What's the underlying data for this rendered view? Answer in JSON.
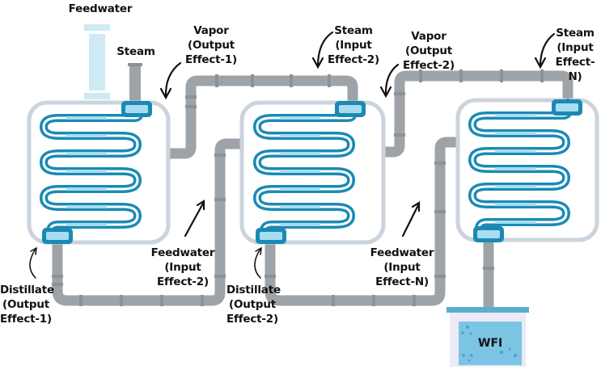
{
  "title": "Multi-Effect Distillation Process",
  "colors": {
    "pipe": "#9ea3a8",
    "pipe_joint": "#8d9297",
    "vessel_outline": "#cbd3dc",
    "coil_outer": "#1a8ab5",
    "coil_inner": "#ffffff",
    "coil_fill": "#a8dcf0",
    "feed_column": "#cdeaf5",
    "tank_top": "#5aaed0",
    "tank_water": "#7cc4e4",
    "tank_body": "#eceaf6"
  },
  "effects": [
    {
      "id": "effect-1"
    },
    {
      "id": "effect-2"
    },
    {
      "id": "effect-n"
    }
  ],
  "labels": {
    "feedwater_top": "Feedwater",
    "steam_top": "Steam",
    "vapor_out_1": "Vapor\n(Output\nEffect-1)",
    "steam_in_2": "Steam\n(Input\nEffect-2)",
    "vapor_out_2": "Vapor\n(Output\nEffect-2)",
    "steam_in_n": "Steam\n(Input\nEffect-N)",
    "feedwater_in_2": "Feedwater\n(Input\nEffect-2)",
    "feedwater_in_n": "Feedwater\n(Input\nEffect-N)",
    "distillate_out_1": "Distillate\n(Output\nEffect-1)",
    "distillate_out_2": "Distillate\n(Output\nEffect-2)",
    "wfi": "WFI"
  }
}
